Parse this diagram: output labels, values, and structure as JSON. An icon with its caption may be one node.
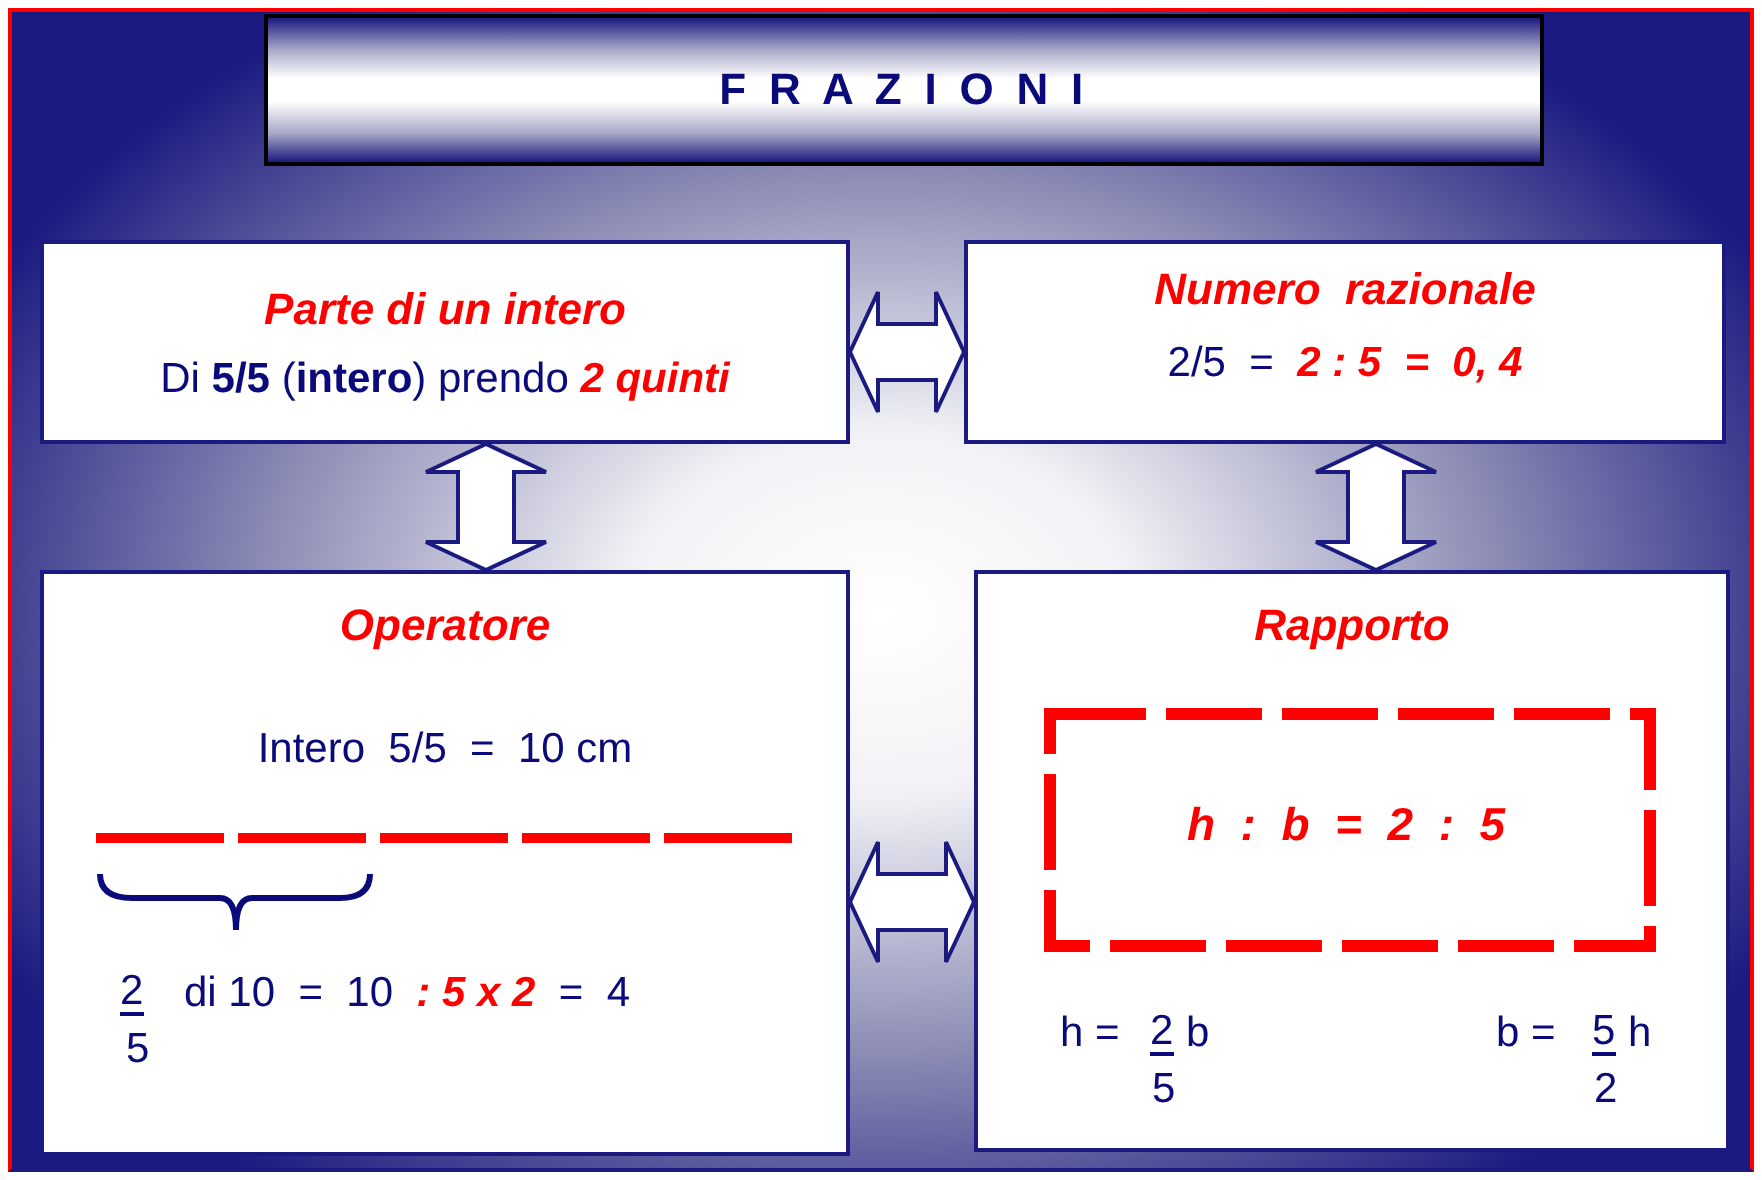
{
  "diagram": {
    "title": "F R A Z I O N I",
    "nodes": [
      {
        "text": [
          "Parte di un intero",
          "Di **5/5** (**intero**) prendo *2 quinti*"
        ]
      },
      {
        "text": [
          "Numero  razionale",
          "2/5  =  *2 : 5  =  0, 4*"
        ]
      },
      {
        "text": [
          "Operatore",
          "Intero  5/5  =  10 cm",
          "2",
          "5",
          "di 10  =  10  *: 5 x 2*  =  4"
        ]
      },
      {
        "text": [
          "Rapporto",
          "h =",
          "2",
          "b",
          "5",
          "b =",
          "5",
          "h",
          "2"
        ]
      },
      {
        "text": [
          "h  :  b  =  2  :  5"
        ],
        "in": 3
      }
    ],
    "edges": [
      {
        "from": 0,
        "to": 1,
        "arrow": "both"
      },
      {
        "from": 0,
        "to": 2,
        "arrow": "both"
      },
      {
        "from": 1,
        "to": 3,
        "arrow": "both"
      },
      {
        "from": 2,
        "to": 3,
        "arrow": "both"
      }
    ]
  }
}
